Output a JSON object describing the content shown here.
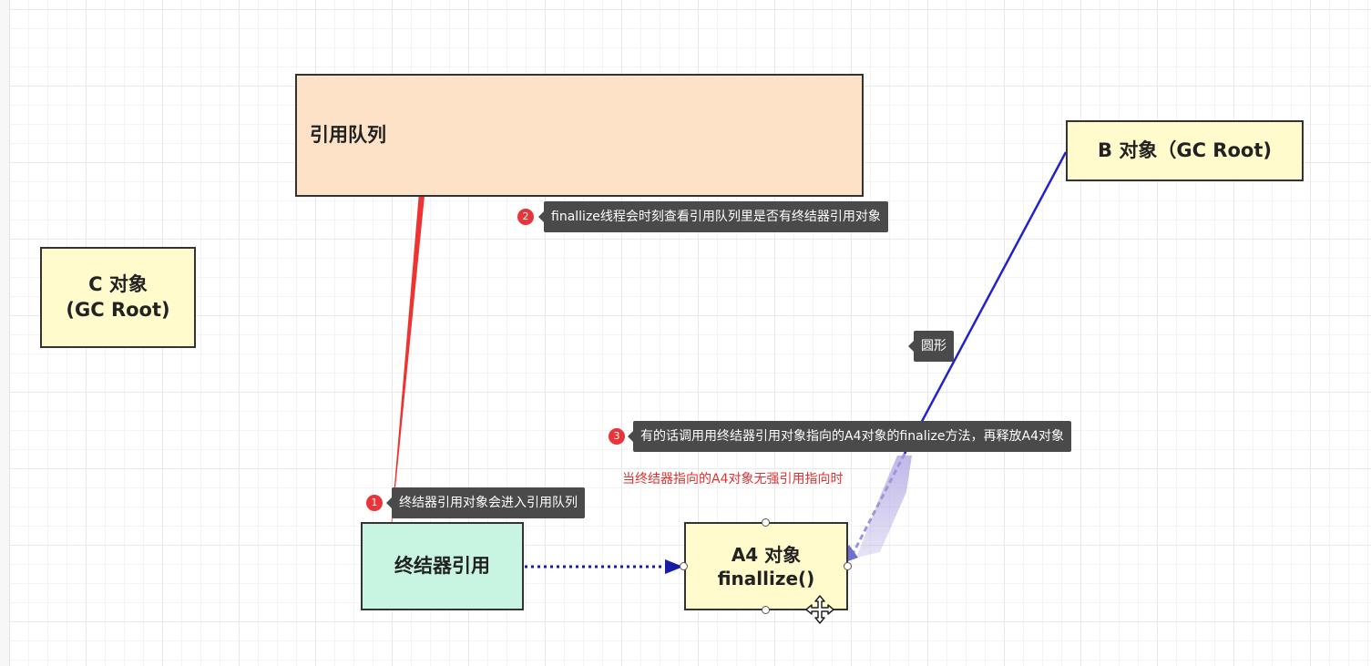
{
  "nodes": {
    "reference_queue": "引用队列",
    "b_object": "B 对象（GC Root)",
    "c_object": "C 对象\n(GC Root)",
    "finalizer_reference": "终结器引用",
    "a4_object": "A4 对象\nfinallize()"
  },
  "annotations": {
    "step1": {
      "number": "1",
      "text": "终结器引用对象会进入引用队列"
    },
    "step2": {
      "number": "2",
      "text": "finallize线程会时刻查看引用队列里是否有终结器引用对象"
    },
    "step3": {
      "number": "3",
      "text": "有的话调用用终结器引用对象指向的A4对象的finalize方法，再释放A4对象"
    },
    "condition": "当终结器指向的A4对象无强引用指向时",
    "hover_tooltip": "圆形"
  },
  "colors": {
    "queue_fill": "#fde2c8",
    "root_fill": "#fffbcc",
    "finalizer_fill": "#c8f5e2",
    "a4_fill": "#fffbcc",
    "red_arrow": "#ee3333",
    "blue_line": "#2222cc",
    "dotted_arrow": "#1a1aa8",
    "badge": "#e8353a",
    "tooltip_bg": "#4a4a4a"
  }
}
